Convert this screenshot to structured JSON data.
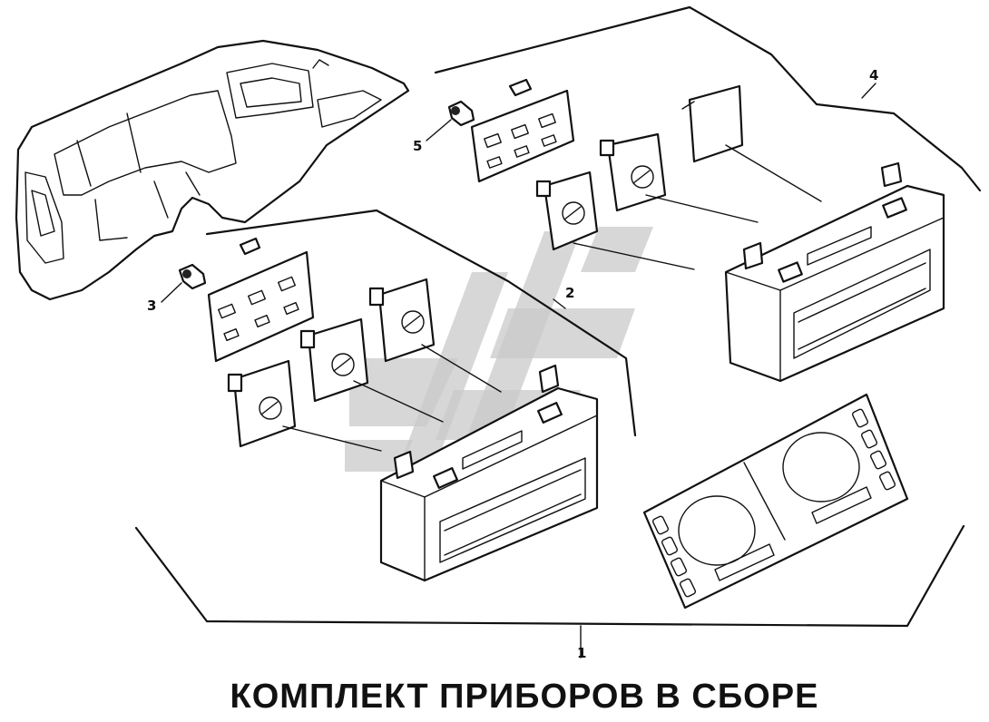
{
  "caption": "КОМПЛЕКТ ПРИБОРОВ В СБОРЕ",
  "callouts": {
    "c1": "1",
    "c2": "2",
    "c3": "3",
    "c4": "4",
    "c5": "5"
  },
  "colors": {
    "line": "#111111",
    "watermark": "#c9c9c9",
    "background": "#ffffff"
  }
}
